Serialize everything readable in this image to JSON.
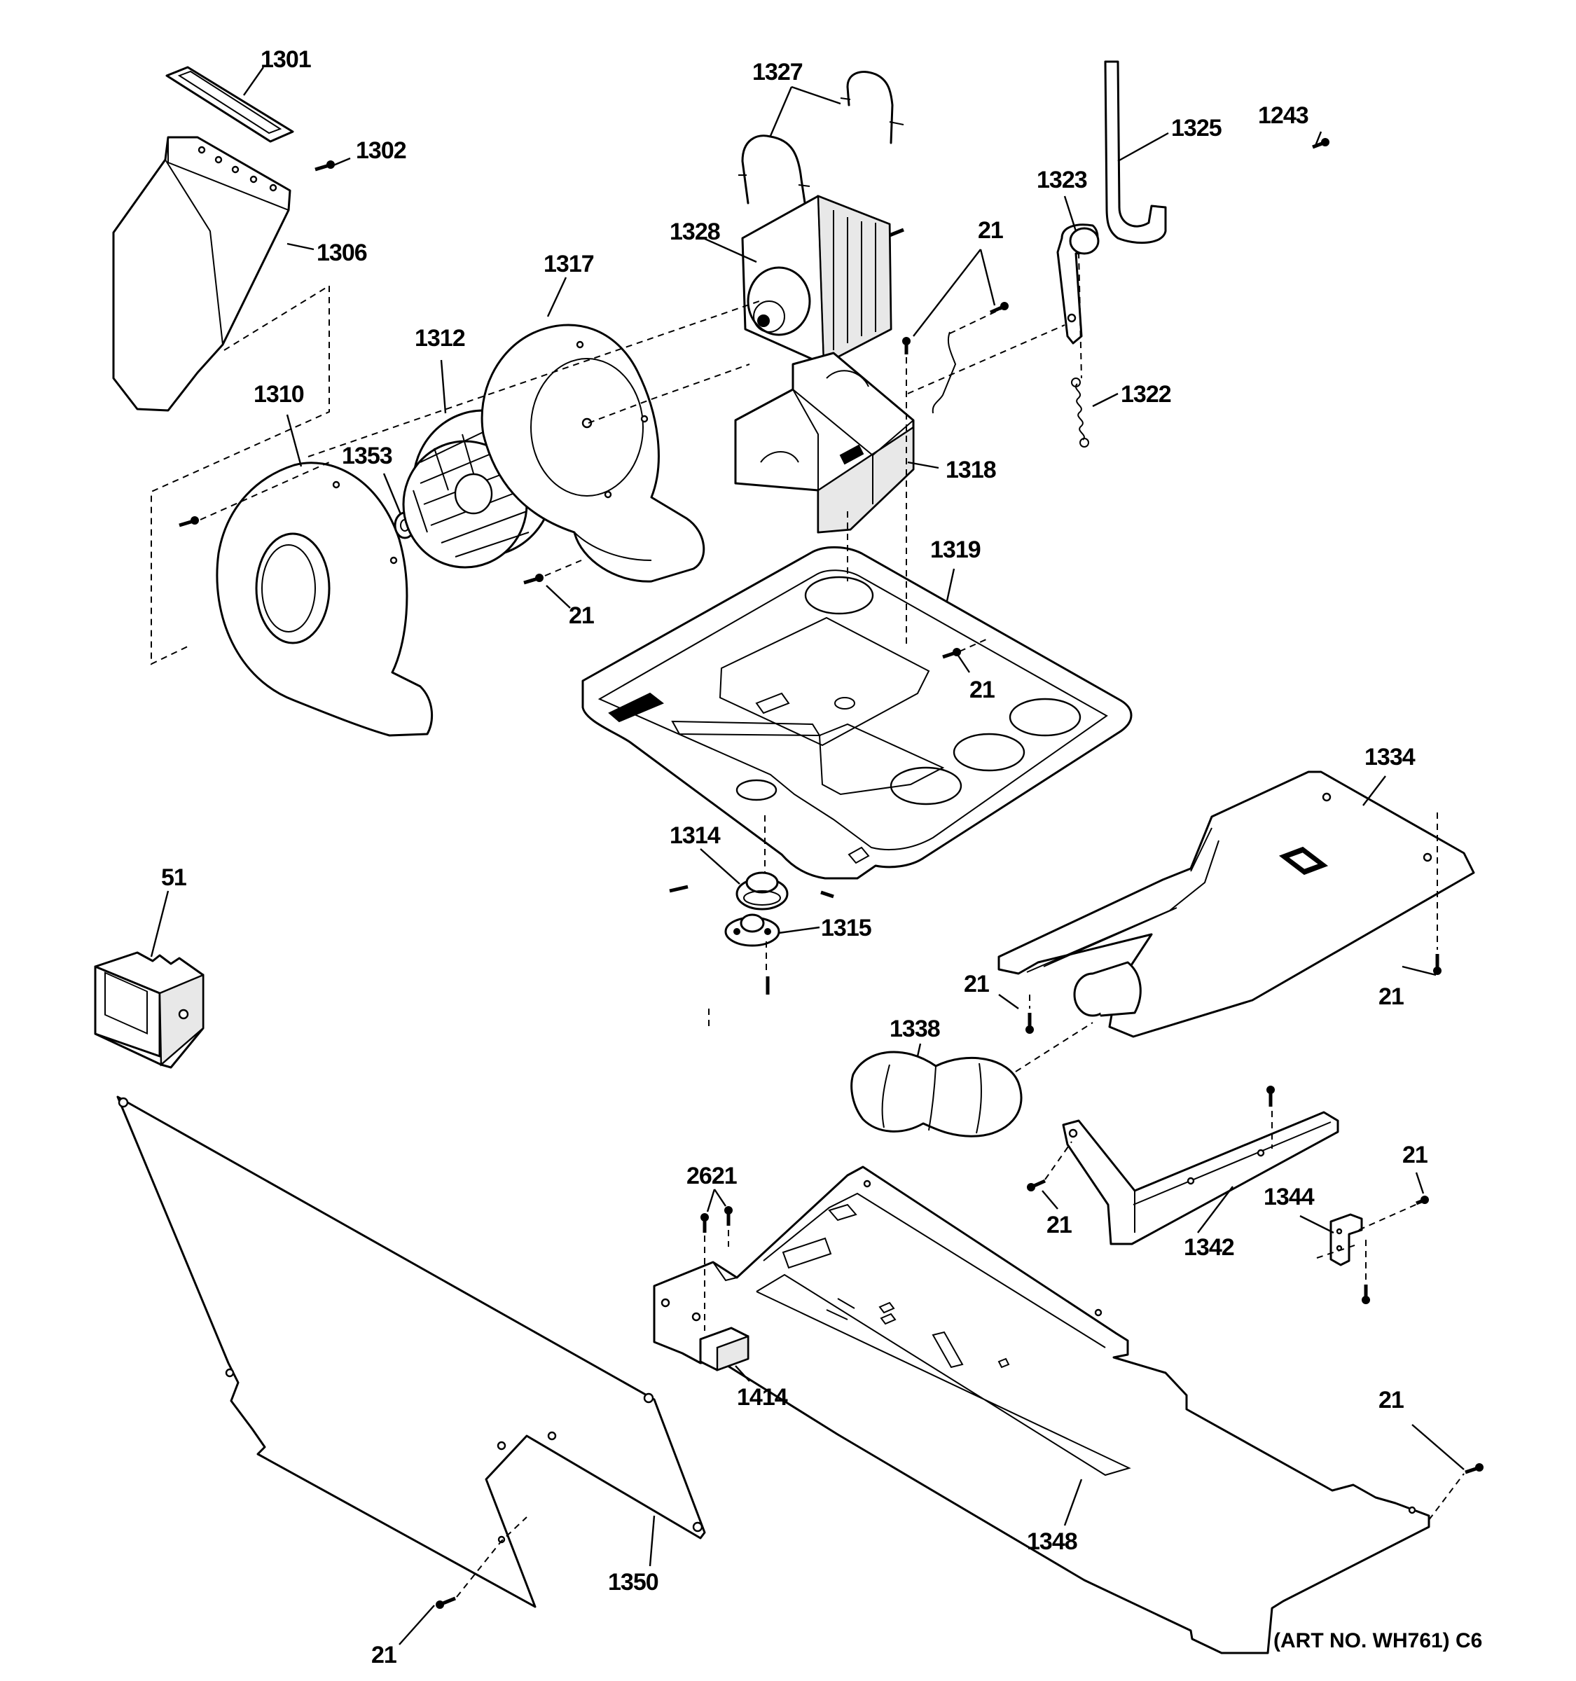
{
  "diagram": {
    "art_number": "(ART NO. WH761) C6",
    "callouts": [
      {
        "id": "p1301",
        "label": "1301"
      },
      {
        "id": "p1302",
        "label": "1302"
      },
      {
        "id": "p1306",
        "label": "1306"
      },
      {
        "id": "p1327",
        "label": "1327"
      },
      {
        "id": "p1328",
        "label": "1328"
      },
      {
        "id": "p1325",
        "label": "1325"
      },
      {
        "id": "p1243",
        "label": "1243"
      },
      {
        "id": "p1323",
        "label": "1323"
      },
      {
        "id": "s21a",
        "label": "21"
      },
      {
        "id": "p1317",
        "label": "1317"
      },
      {
        "id": "p1312",
        "label": "1312"
      },
      {
        "id": "p1310",
        "label": "1310"
      },
      {
        "id": "p1353",
        "label": "1353"
      },
      {
        "id": "p1322",
        "label": "1322"
      },
      {
        "id": "p1318",
        "label": "1318"
      },
      {
        "id": "p1319",
        "label": "1319"
      },
      {
        "id": "s21b",
        "label": "21"
      },
      {
        "id": "s21c",
        "label": "21"
      },
      {
        "id": "p1334",
        "label": "1334"
      },
      {
        "id": "p1314",
        "label": "1314"
      },
      {
        "id": "p1315",
        "label": "1315"
      },
      {
        "id": "p51",
        "label": "51"
      },
      {
        "id": "s21d",
        "label": "21"
      },
      {
        "id": "s21e",
        "label": "21"
      },
      {
        "id": "p1338",
        "label": "1338"
      },
      {
        "id": "p2621",
        "label": "2621"
      },
      {
        "id": "s21f",
        "label": "21"
      },
      {
        "id": "s21g",
        "label": "21"
      },
      {
        "id": "p1344",
        "label": "1344"
      },
      {
        "id": "p1342",
        "label": "1342"
      },
      {
        "id": "p1414",
        "label": "1414"
      },
      {
        "id": "s21h",
        "label": "21"
      },
      {
        "id": "p1350",
        "label": "1350"
      },
      {
        "id": "p1348",
        "label": "1348"
      },
      {
        "id": "s21i",
        "label": "21"
      }
    ]
  }
}
